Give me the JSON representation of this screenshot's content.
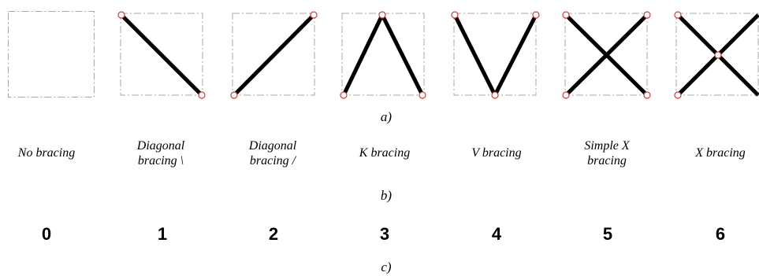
{
  "sections": {
    "a_label": "a)",
    "b_label": "b)",
    "c_label": "c)"
  },
  "bracing_types": [
    {
      "name_line1": "No bracing",
      "name_line2": "",
      "code": "0",
      "pattern": "none"
    },
    {
      "name_line1": "Diagonal",
      "name_line2": "bracing \\",
      "code": "1",
      "pattern": "diagonal-backslash"
    },
    {
      "name_line1": "Diagonal",
      "name_line2": "bracing /",
      "code": "2",
      "pattern": "diagonal-slash"
    },
    {
      "name_line1": "K bracing",
      "name_line2": "",
      "code": "3",
      "pattern": "k"
    },
    {
      "name_line1": "V bracing",
      "name_line2": "",
      "code": "4",
      "pattern": "v"
    },
    {
      "name_line1": "Simple X",
      "name_line2": "bracing",
      "code": "5",
      "pattern": "simple-x"
    },
    {
      "name_line1": "X bracing",
      "name_line2": "",
      "code": "6",
      "pattern": "x-with-center-node"
    }
  ],
  "colors": {
    "member": "#000000",
    "node_outline": "#d43a3a",
    "frame_outline": "#a8a8a8"
  }
}
